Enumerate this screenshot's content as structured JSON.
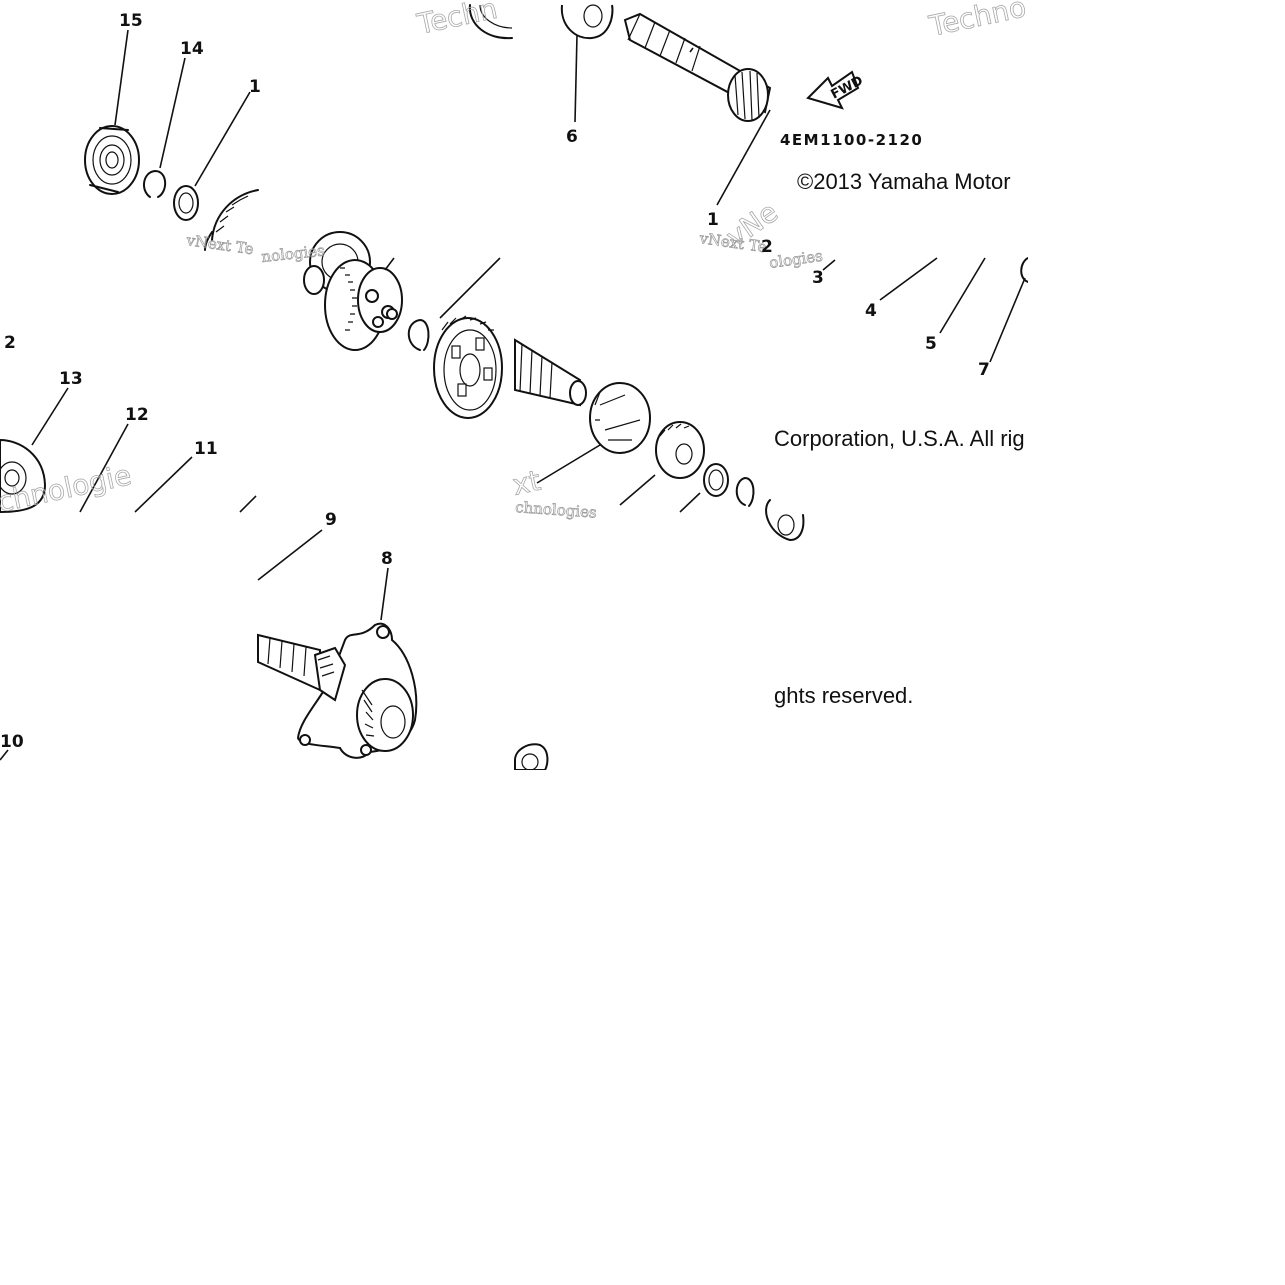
{
  "diagram": {
    "part_code": "4EM1100-2120",
    "copyright_line_1": "©2013 Yamaha Motor",
    "copyright_line_2": "Corporation, U.S.A. All rig",
    "copyright_line_3": "ghts reserved.",
    "fwd_label": "FWD",
    "watermarks": [
      "vNext Te",
      "vNext Te",
      "Techn",
      "Techno",
      "ologies",
      "chnologie",
      "xt",
      "chnologies",
      "vNe",
      "nologies"
    ],
    "callouts": [
      "15",
      "14",
      "1",
      "6",
      "1",
      "2",
      "3",
      "4",
      "5",
      "7",
      "2",
      "13",
      "12",
      "11",
      "9",
      "8",
      "10"
    ]
  }
}
